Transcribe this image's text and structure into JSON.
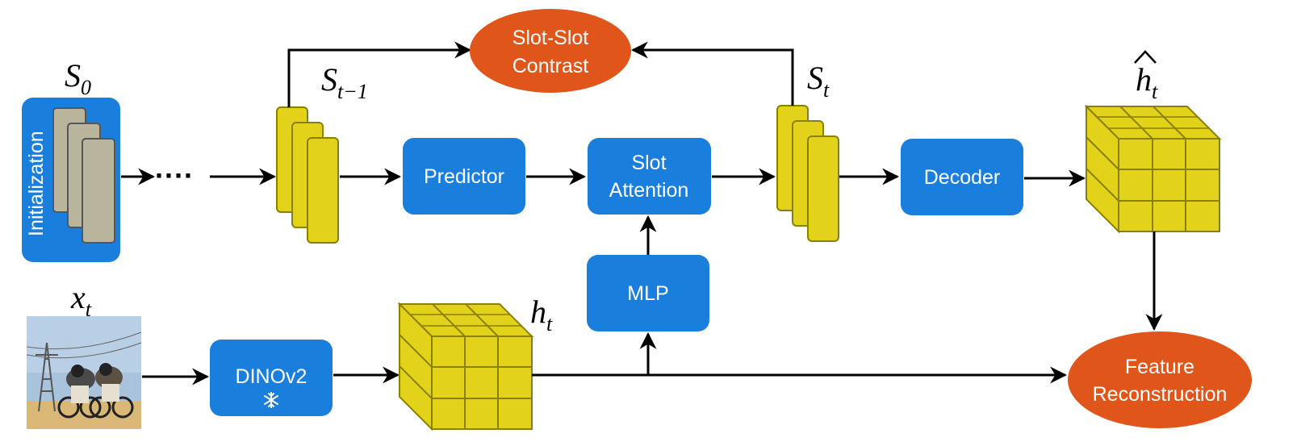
{
  "nodes": {
    "initialization": {
      "label": "Initialization",
      "symbol": "S",
      "subscript": "0"
    },
    "slots_prev": {
      "symbol": "S",
      "subscript": "t−1"
    },
    "slots_curr": {
      "symbol": "S",
      "subscript": "t"
    },
    "slot_slot_contrast": {
      "line1": "Slot-Slot",
      "line2": "Contrast"
    },
    "predictor": {
      "label": "Predictor"
    },
    "slot_attention": {
      "line1": "Slot",
      "line2": "Attention"
    },
    "decoder": {
      "label": "Decoder"
    },
    "mlp": {
      "label": "MLP"
    },
    "dinov2": {
      "label": "DINOv2",
      "frozen_icon": "snowflake-icon"
    },
    "input_image": {
      "symbol": "x",
      "subscript": "t"
    },
    "features": {
      "symbol": "h",
      "subscript": "t"
    },
    "reconstructed_features": {
      "symbol": "h",
      "hat": "^",
      "subscript": "t"
    },
    "feature_reconstruction": {
      "line1": "Feature",
      "line2": "Reconstruction"
    },
    "ellipsis": "····"
  },
  "colors": {
    "blue_box": "#1a7fdc",
    "orange_ellipse": "#e0561a",
    "slot_yellow": "#e2d31a",
    "slot_stroke": "#8a8000",
    "card_gray": "#b8b59c"
  }
}
